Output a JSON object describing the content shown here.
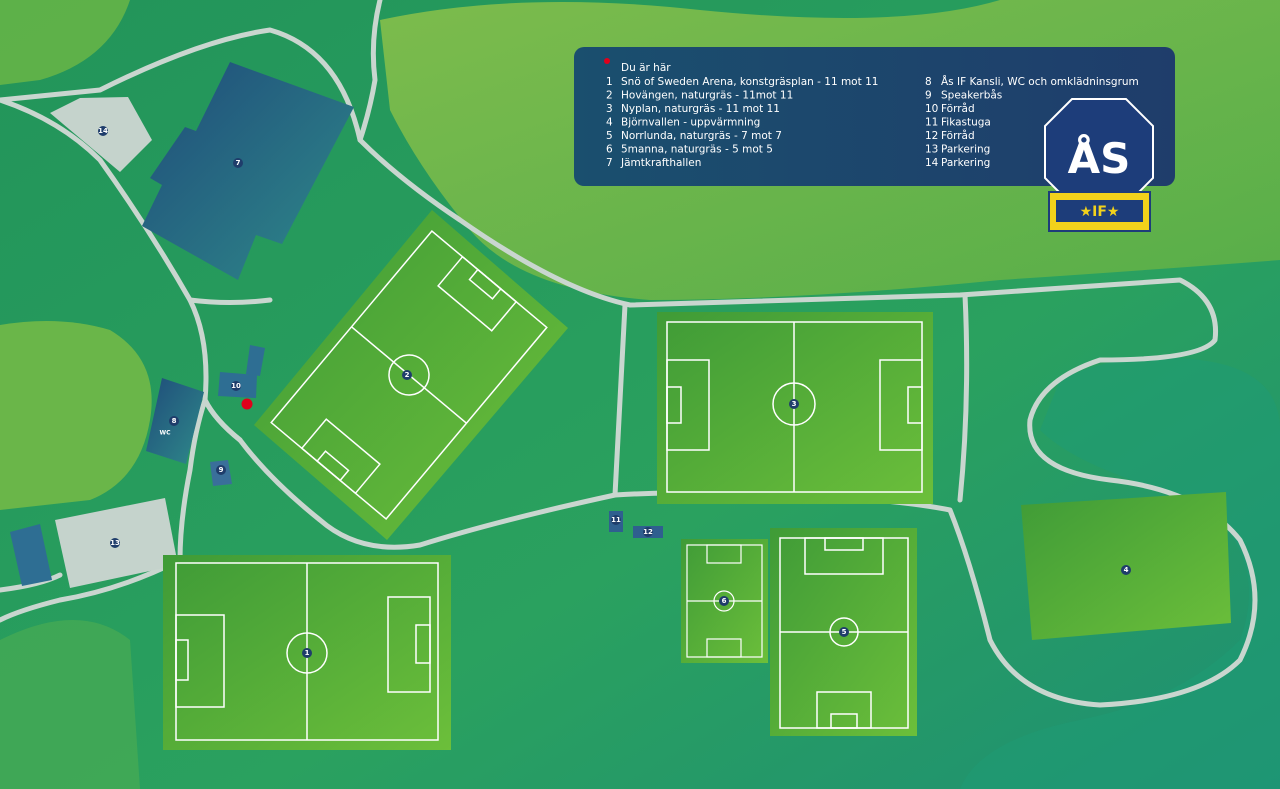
{
  "legend": {
    "here_label": "Du är här",
    "items": [
      {
        "num": "1",
        "text": "Snö of Sweden Arena, konstgräsplan - 11 mot 11"
      },
      {
        "num": "2",
        "text": "Hovängen, naturgräs - 11mot 11"
      },
      {
        "num": "3",
        "text": "Nyplan, naturgräs - 11 mot 11"
      },
      {
        "num": "4",
        "text": "Björnvallen - uppvärmning"
      },
      {
        "num": "5",
        "text": "Norrlunda, naturgräs - 7 mot 7"
      },
      {
        "num": "6",
        "text": "5manna, naturgräs - 5 mot 5"
      },
      {
        "num": "7",
        "text": "Jämtkrafthallen"
      },
      {
        "num": "8",
        "text": "Ås IF Kansli, WC och omklädninsgrum"
      },
      {
        "num": "9",
        "text": "Speakerbås"
      },
      {
        "num": "10",
        "text": "Förråd"
      },
      {
        "num": "11",
        "text": "Fikastuga"
      },
      {
        "num": "12",
        "text": "Förråd"
      },
      {
        "num": "13",
        "text": "Parkering"
      },
      {
        "num": "14",
        "text": "Parkering"
      }
    ]
  },
  "markers": {
    "m1": "1",
    "m2": "2",
    "m3": "3",
    "m4": "4",
    "m5": "5",
    "m6": "6",
    "m7": "7",
    "m8": "8",
    "m9": "9",
    "m10": "10",
    "m11": "11",
    "m12": "12",
    "m13": "13",
    "m14": "14",
    "wc": "WC"
  },
  "logo": {
    "top": "ÅS",
    "bottom": "★IF★"
  },
  "colors": {
    "legend_bg": "#1f3d6b",
    "here_dot": "#e0001b",
    "path": "#c9d6cf",
    "logo_yellow": "#f2d21b",
    "logo_blue": "#1d3d7a"
  }
}
